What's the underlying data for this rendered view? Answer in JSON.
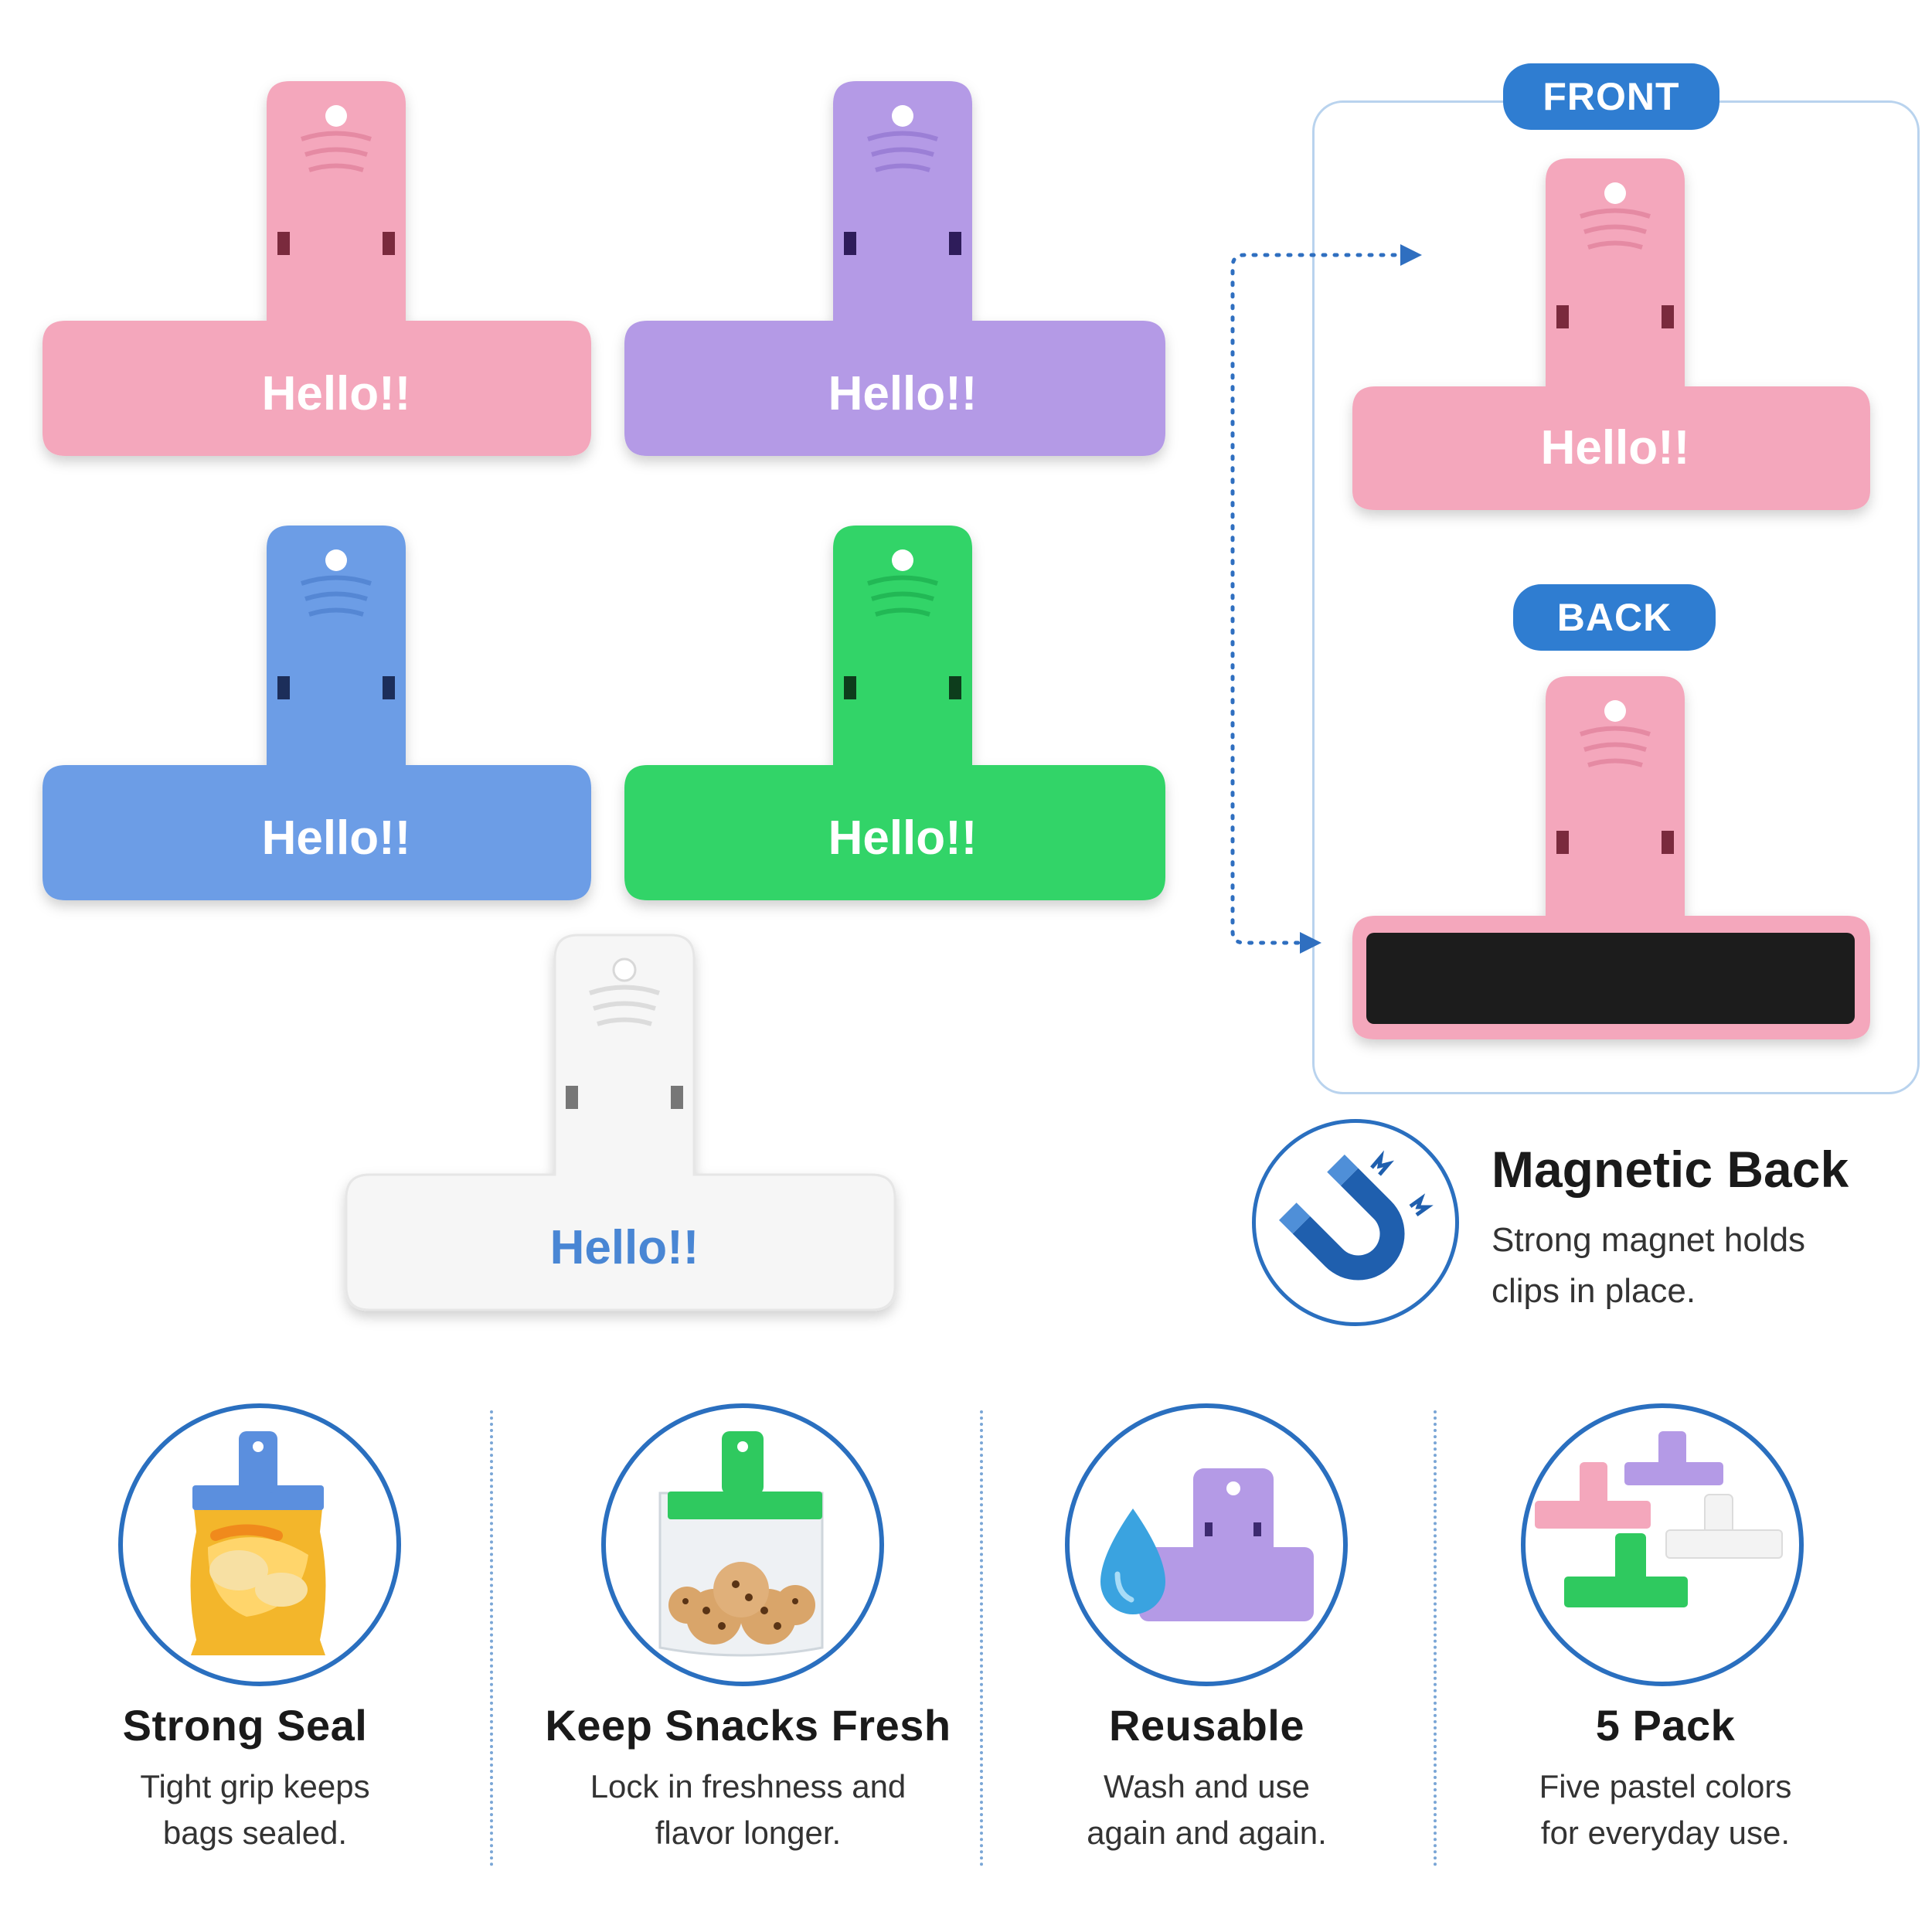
{
  "clips": {
    "pink": {
      "label": "Hello!!",
      "color": "#f4a7bc"
    },
    "purple": {
      "label": "Hello!!",
      "color": "#b49ae6"
    },
    "blue": {
      "label": "Hello!!",
      "color": "#6c9de6"
    },
    "green": {
      "label": "Hello!!",
      "color": "#31d468"
    },
    "white": {
      "label": "Hello!!",
      "color": "#f6f6f6"
    }
  },
  "front_back_panel": {
    "front_label": "FRONT",
    "back_label": "BACK",
    "front_clip_label": "Hello!!",
    "accent": "#2f7dd1",
    "magnet_color": "#1a1a1a"
  },
  "magnetic_feature": {
    "title": "Magnetic Back",
    "description": "Strong magnet holds\nclips in place.",
    "icon": "magnet-icon"
  },
  "features": [
    {
      "title": "Strong Seal",
      "description": "Tight grip keeps\nbags sealed.",
      "icon": "chip-bag-icon"
    },
    {
      "title": "Keep Snacks Fresh",
      "description": "Lock in freshness and\nflavor longer.",
      "icon": "cookie-bag-icon"
    },
    {
      "title": "Reusable",
      "description": "Wash and use\nagain and again.",
      "icon": "water-drop-icon"
    },
    {
      "title": "5 Pack",
      "description": "Five pastel colors\nfor everyday use.",
      "icon": "clip-set-icon"
    }
  ]
}
